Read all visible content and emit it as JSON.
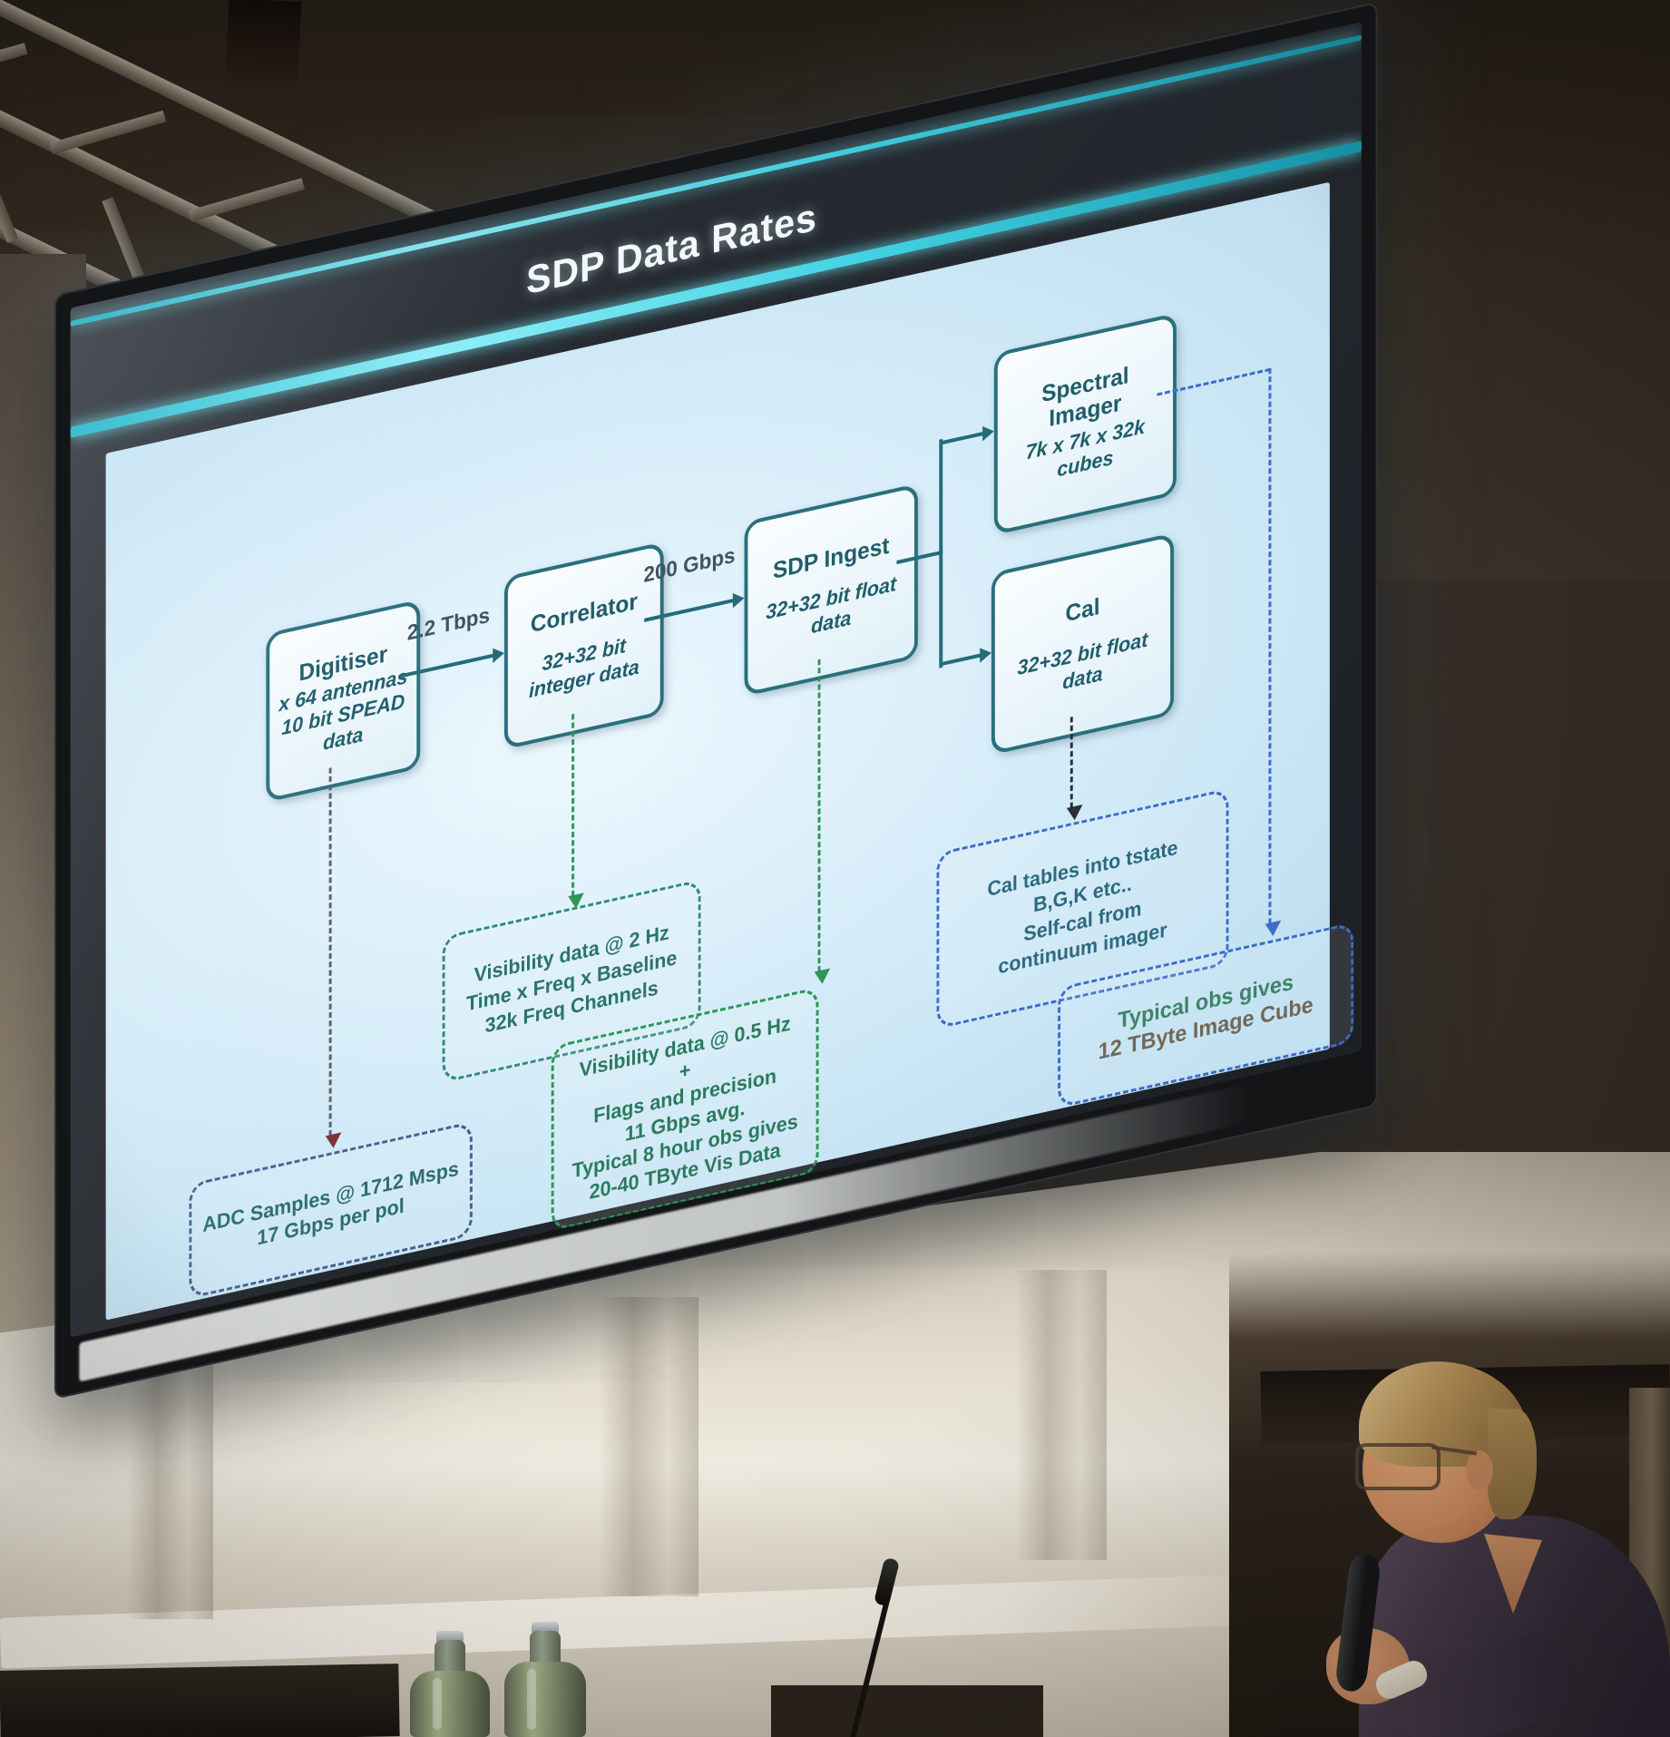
{
  "slide": {
    "title": "SDP Data Rates",
    "nodes": {
      "digitiser": {
        "title": "Digitiser",
        "sub": "x 64 antennas\n10 bit SPEAD\ndata"
      },
      "correlator": {
        "title": "Correlator",
        "sub": "32+32 bit\ninteger data"
      },
      "sdp_ingest": {
        "title": "SDP Ingest",
        "sub": "32+32 bit float\ndata"
      },
      "spectral_imager": {
        "title": "Spectral\nImager",
        "sub": "7k x 7k x 32k\ncubes"
      },
      "cal": {
        "title": "Cal",
        "sub": "32+32 bit float\ndata"
      }
    },
    "edges": {
      "digitiser_correlator": {
        "label": "2.2 Tbps"
      },
      "correlator_ingest": {
        "label": "200 Gbps"
      }
    },
    "notes": {
      "adc": {
        "line1": "ADC Samples @ 1712 Msps",
        "line2_bold": "17 Gbps",
        "line2_rest": " per pol"
      },
      "vis2hz": {
        "text": "Visibility data @ 2 Hz\nTime x Freq x Baseline\n32k Freq Channels"
      },
      "vis05hz": {
        "line1": "Visibility data @ 0.5 Hz",
        "line2": "+",
        "line3": "Flags and precision",
        "line4_bold": "11 Gbps",
        "line4_rest": " avg.",
        "line5": "Typical 8 hour obs gives",
        "line6": "20-40 TByte Vis Data"
      },
      "cal_tables": {
        "text": "Cal tables into tstate\nB,G,K etc..\nSelf-cal from\ncontinuum imager"
      },
      "image_cube": {
        "line1": "Typical obs gives",
        "line2": "12 TByte Image Cube"
      }
    },
    "colors": {
      "accent_cyan": "#41d2e2",
      "node_border": "#2a6f7c",
      "solid_arrow": "#256b78",
      "green_dash": "#2f9558",
      "blue_dash": "#3b6cc9",
      "slate_dash": "#47608f",
      "black_dash": "#2c2f33",
      "maroon_arrow": "#7a3434",
      "content_bg": "#d3ebf8"
    }
  }
}
